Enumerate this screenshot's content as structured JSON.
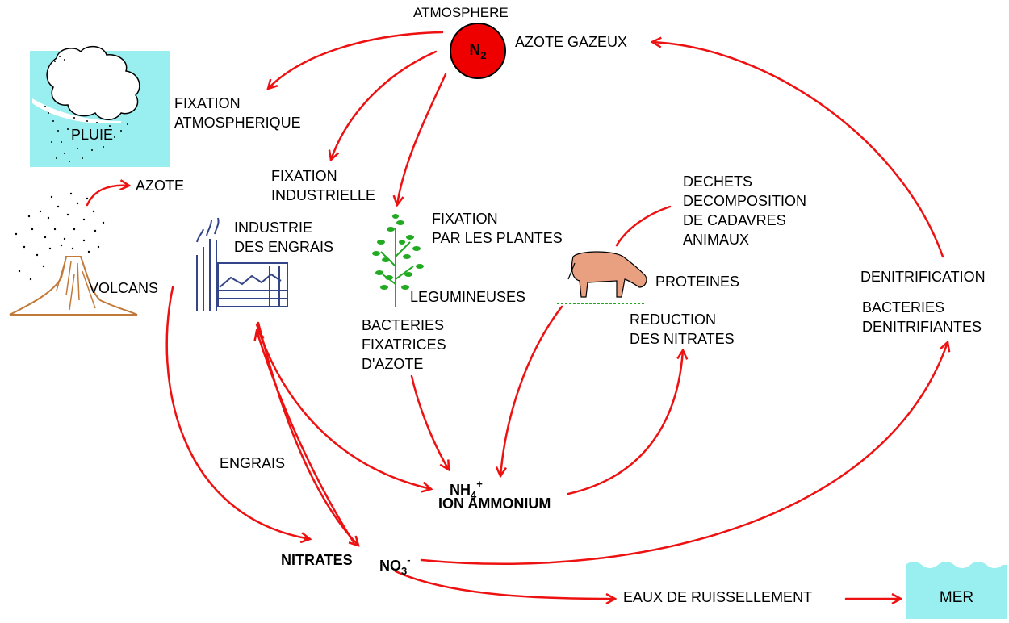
{
  "n2": {
    "base": "N",
    "sub": "2"
  },
  "labels": {
    "atmosphere": "ATMOSPHERE",
    "azote_gazeux": "AZOTE GAZEUX",
    "fixation_atmospherique": [
      "FIXATION",
      "ATMOSPHERIQUE"
    ],
    "pluie": "PLUIE",
    "azote": "AZOTE",
    "fixation_industrielle": [
      "FIXATION",
      "INDUSTRIELLE"
    ],
    "industrie_engrais": [
      "INDUSTRIE",
      "DES ENGRAIS"
    ],
    "fixation_plantes": [
      "FIXATION",
      "PAR LES PLANTES"
    ],
    "legumineuses": "LEGUMINEUSES",
    "dechets": [
      "DECHETS",
      "DECOMPOSITION",
      "DE CADAVRES",
      "ANIMAUX"
    ],
    "proteines": "PROTEINES",
    "reduction": [
      "REDUCTION",
      "DES NITRATES"
    ],
    "denitrification": "DENITRIFICATION",
    "bacteries_denitrifiantes": [
      "BACTERIES",
      "DENITRIFIANTES"
    ],
    "volcans": "VOLCANS",
    "bacteries_fixatrices": [
      "BACTERIES",
      "FIXATRICES",
      "D'AZOTE"
    ],
    "engrais": "ENGRAIS",
    "nh4": {
      "base": "NH",
      "sub": "4",
      "sup": "+"
    },
    "ion_ammonium": "ION AMMONIUM",
    "nitrates": "NITRATES",
    "no3": {
      "base": "NO",
      "sub": "3",
      "sup": "-"
    },
    "eaux_ruissellement": "EAUX DE RUISSELLEMENT",
    "mer": "MER"
  },
  "colors": {
    "arrow": "#ee1111",
    "n2_fill": "#ee0000",
    "water": "#99eef0",
    "plant": "#22aa22",
    "cow": "#e8a080",
    "volcano": "#c27a3a",
    "factory": "#334488"
  }
}
